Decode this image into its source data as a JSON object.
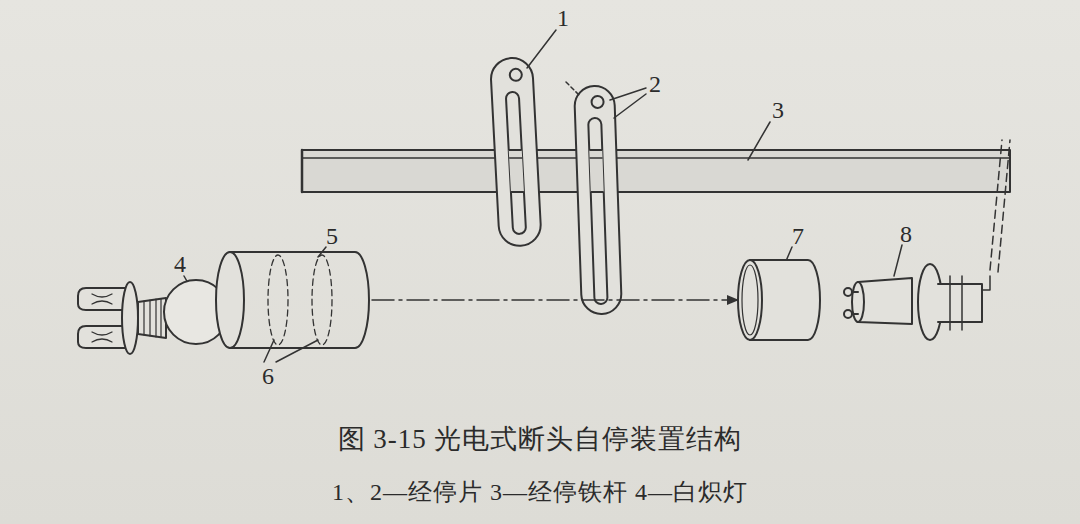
{
  "diagram": {
    "title": "图 3-15 光电式断头自停装置结构",
    "caption": "1、2—经停片 3—经停铁杆 4—白炽灯",
    "labels": [
      "1",
      "2",
      "3",
      "4",
      "5",
      "6",
      "7",
      "8"
    ]
  }
}
